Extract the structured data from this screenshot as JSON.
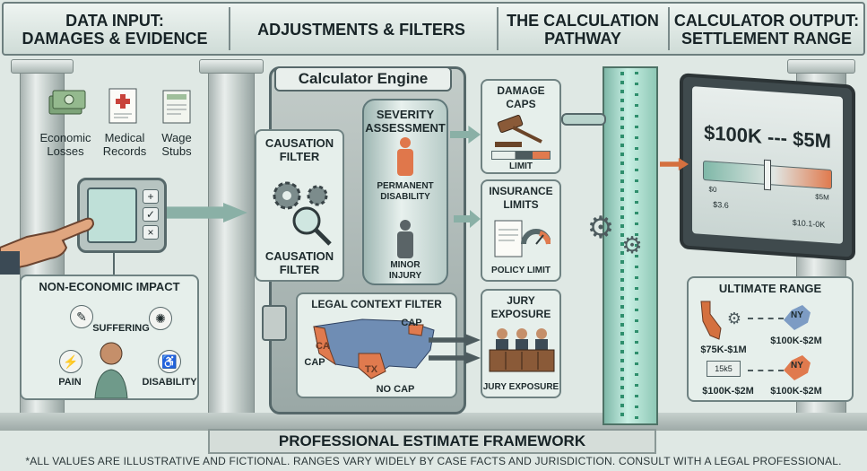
{
  "headers": {
    "col1": "DATA INPUT:\nDAMAGES & EVIDENCE",
    "col2": "ADJUSTMENTS & FILTERS",
    "col3": "THE CALCULATION\nPATHWAY",
    "col4": "CALCULATOR OUTPUT:\nSETTLEMENT RANGE"
  },
  "inputs": {
    "economic": "Economic\nLosses",
    "medical": "Medical\nRecords",
    "wage": "Wage\nStubs"
  },
  "non_economic": {
    "title": "NON-ECONOMIC IMPACT",
    "suffering": "SUFFERING",
    "pain": "PAIN",
    "disability": "DISABILITY"
  },
  "engine": {
    "title": "Calculator Engine",
    "causation_top": "CAUSATION\nFILTER",
    "causation_bottom": "CAUSATION\nFILTER",
    "severity": "SEVERITY\nASSESSMENT",
    "permanent": "PERMANENT\nDISABILITY",
    "minor": "MINOR\nINJURY",
    "legal_context": "LEGAL CONTEXT FILTER",
    "cap": "CAP",
    "cap2": "CAP",
    "no_cap": "NO CAP",
    "ca": "CA",
    "tx": "TX"
  },
  "pathway": {
    "damage_caps": "DAMAGE\nCAPS",
    "limit": "LIMIT",
    "insurance_limits": "INSURANCE\nLIMITS",
    "policy_limit": "POLICY LIMIT",
    "jury_exposure_title": "JURY\nEXPOSURE",
    "jury_exposure_label": "JURY EXPOSURE"
  },
  "output": {
    "range": "$100K --- $5M",
    "tick_left": "$0",
    "tick_right": "$5M",
    "scale_left": "$3.6",
    "scale_right": "$10.1-0K"
  },
  "ultimate": {
    "title": "ULTIMATE RANGE",
    "ny1": "NY",
    "ny2": "NY",
    "r1": "$75K-$1M",
    "r2": "$100K-$2M",
    "r3": "$100K-$2M",
    "r4": "$100K-$2M",
    "badge": "15k5"
  },
  "footer": "PROFESSIONAL ESTIMATE FRAMEWORK",
  "disclaimer": "*ALL VALUES ARE ILLUSTRATIVE AND FICTIONAL. RANGES VARY WIDELY BY CASE FACTS AND JURISDICTION. CONSULT WITH A LEGAL PROFESSIONAL."
}
